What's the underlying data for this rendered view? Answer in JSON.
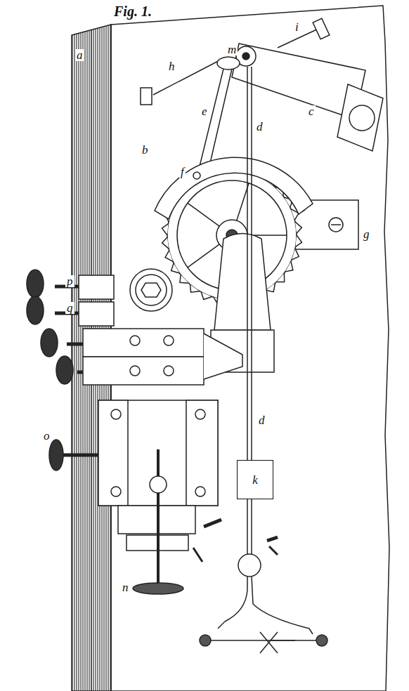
{
  "diagram": {
    "title": "Fig. 1.",
    "nodes": [
      {
        "text": [
          "k"
        ]
      }
    ],
    "labels": [
      "a",
      "b",
      "c",
      "d",
      "e",
      "f",
      "g",
      "h",
      "i",
      "m",
      "d",
      "n",
      "o",
      "p",
      "q"
    ]
  }
}
